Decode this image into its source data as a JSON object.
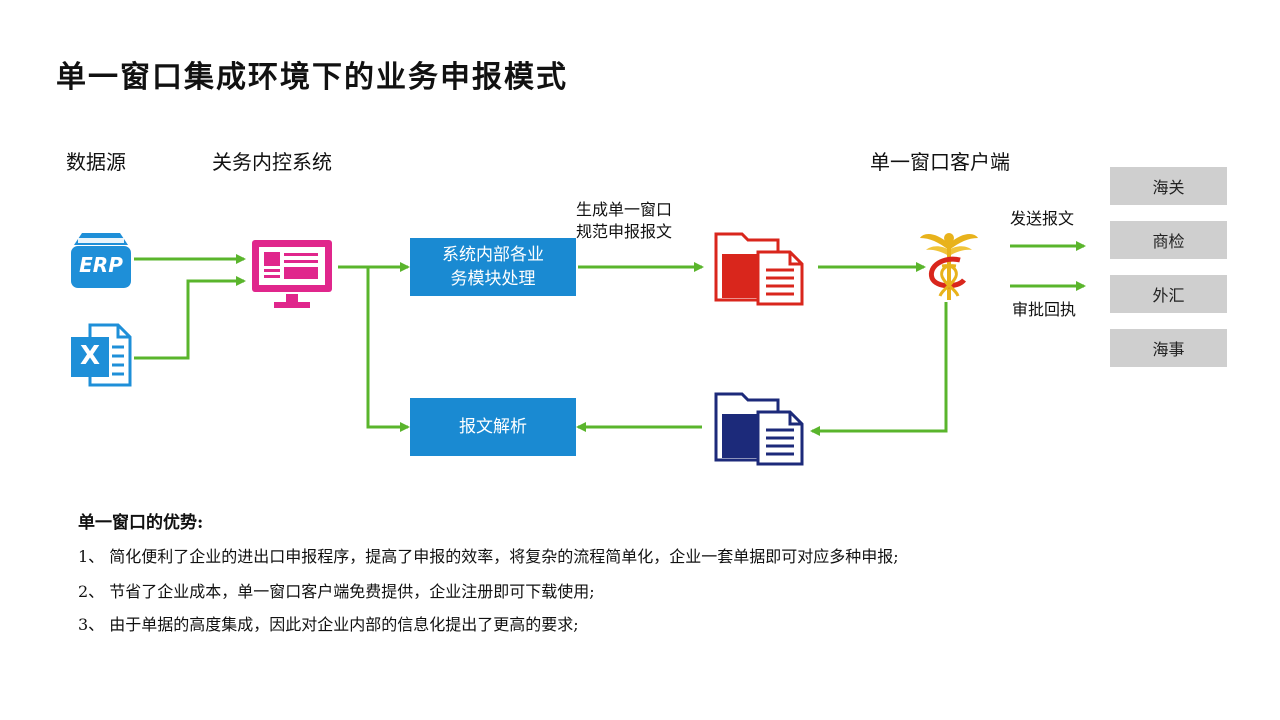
{
  "title": "单一窗口集成环境下的业务申报模式",
  "columns": {
    "source": "数据源",
    "internal": "关务内控系统",
    "client": "单一窗口客户端"
  },
  "icons": {
    "erp_text": "ERP",
    "excel_text": "X"
  },
  "boxes": {
    "module_line1": "系统内部各业",
    "module_line2": "务模块处理",
    "parse": "报文解析"
  },
  "labels": {
    "generate_line1": "生成单一窗口",
    "generate_line2": "规范申报报文",
    "send": "发送报文",
    "receipt": "审批回执"
  },
  "agencies": [
    "海关",
    "商检",
    "外汇",
    "海事"
  ],
  "advantages": {
    "title": "单一窗口的优势:",
    "items": [
      "1、 简化便利了企业的进出口申报程序，提高了申报的效率，将复杂的流程简单化，企业一套单据即可对应多种申报;",
      "2、 节省了企业成本，单一窗口客户端免费提供，企业注册即可下载使用;",
      "3、 由于单据的高度集成，因此对企业内部的信息化提出了更高的要求;"
    ]
  },
  "colors": {
    "arrow": "#5ab52c",
    "box_blue": "#1a8ad2",
    "erp_blue": "#1e8fd8",
    "monitor_pink": "#e0268c",
    "doc_red": "#d9261c",
    "doc_navy": "#1c2a7a",
    "agency_gray": "#cfcfcf"
  }
}
